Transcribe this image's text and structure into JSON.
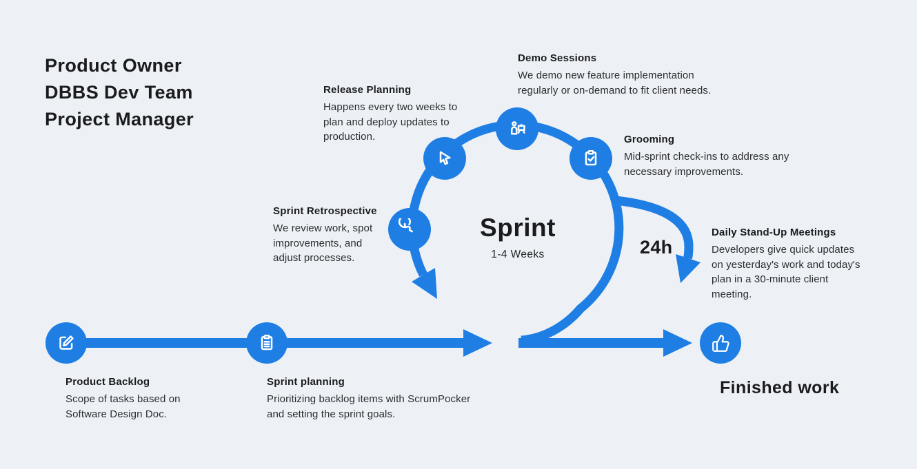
{
  "colors": {
    "background": "#edf1f5",
    "accent": "#1e7ee4",
    "heading": "#1a1b1e",
    "body_text": "#2b2c30",
    "icon_stroke": "#ffffff"
  },
  "roles": {
    "line1": "Product Owner",
    "line2": "DBBS Dev Team",
    "line3": "Project Manager"
  },
  "sprint": {
    "title": "Sprint",
    "duration": "1-4 Weeks",
    "daily_cycle": "24h"
  },
  "steps": {
    "release_planning": {
      "title": "Release Planning",
      "body": "Happens every two weeks to\nplan and deploy updates to\nproduction.",
      "icon": "cursor-icon"
    },
    "demo_sessions": {
      "title": "Demo Sessions",
      "body": "We demo new feature implementation\nregularly or on-demand to fit client needs.",
      "icon": "presenter-icon"
    },
    "grooming": {
      "title": "Grooming",
      "body": "Mid-sprint check-ins to address any\nnecessary improvements.",
      "icon": "clipboard-check-icon"
    },
    "sprint_retrospective": {
      "title": "Sprint Retrospective",
      "body": "We review work, spot\nimprovements, and\nadjust processes.",
      "icon": "history-icon"
    },
    "daily_standup": {
      "title": "Daily Stand-Up Meetings",
      "body": "Developers give quick updates\non yesterday's work and today's\nplan in a 30-minute client\nmeeting."
    },
    "product_backlog": {
      "title": "Product Backlog",
      "body": "Scope of tasks based on\nSoftware Design Doc.",
      "icon": "edit-icon"
    },
    "sprint_planning": {
      "title": "Sprint planning",
      "body": "Prioritizing backlog items with ScrumPocker\nand setting the sprint goals.",
      "icon": "clipboard-lines-icon"
    },
    "finished_work": {
      "title": "Finished work",
      "icon": "thumbs-up-icon"
    }
  }
}
